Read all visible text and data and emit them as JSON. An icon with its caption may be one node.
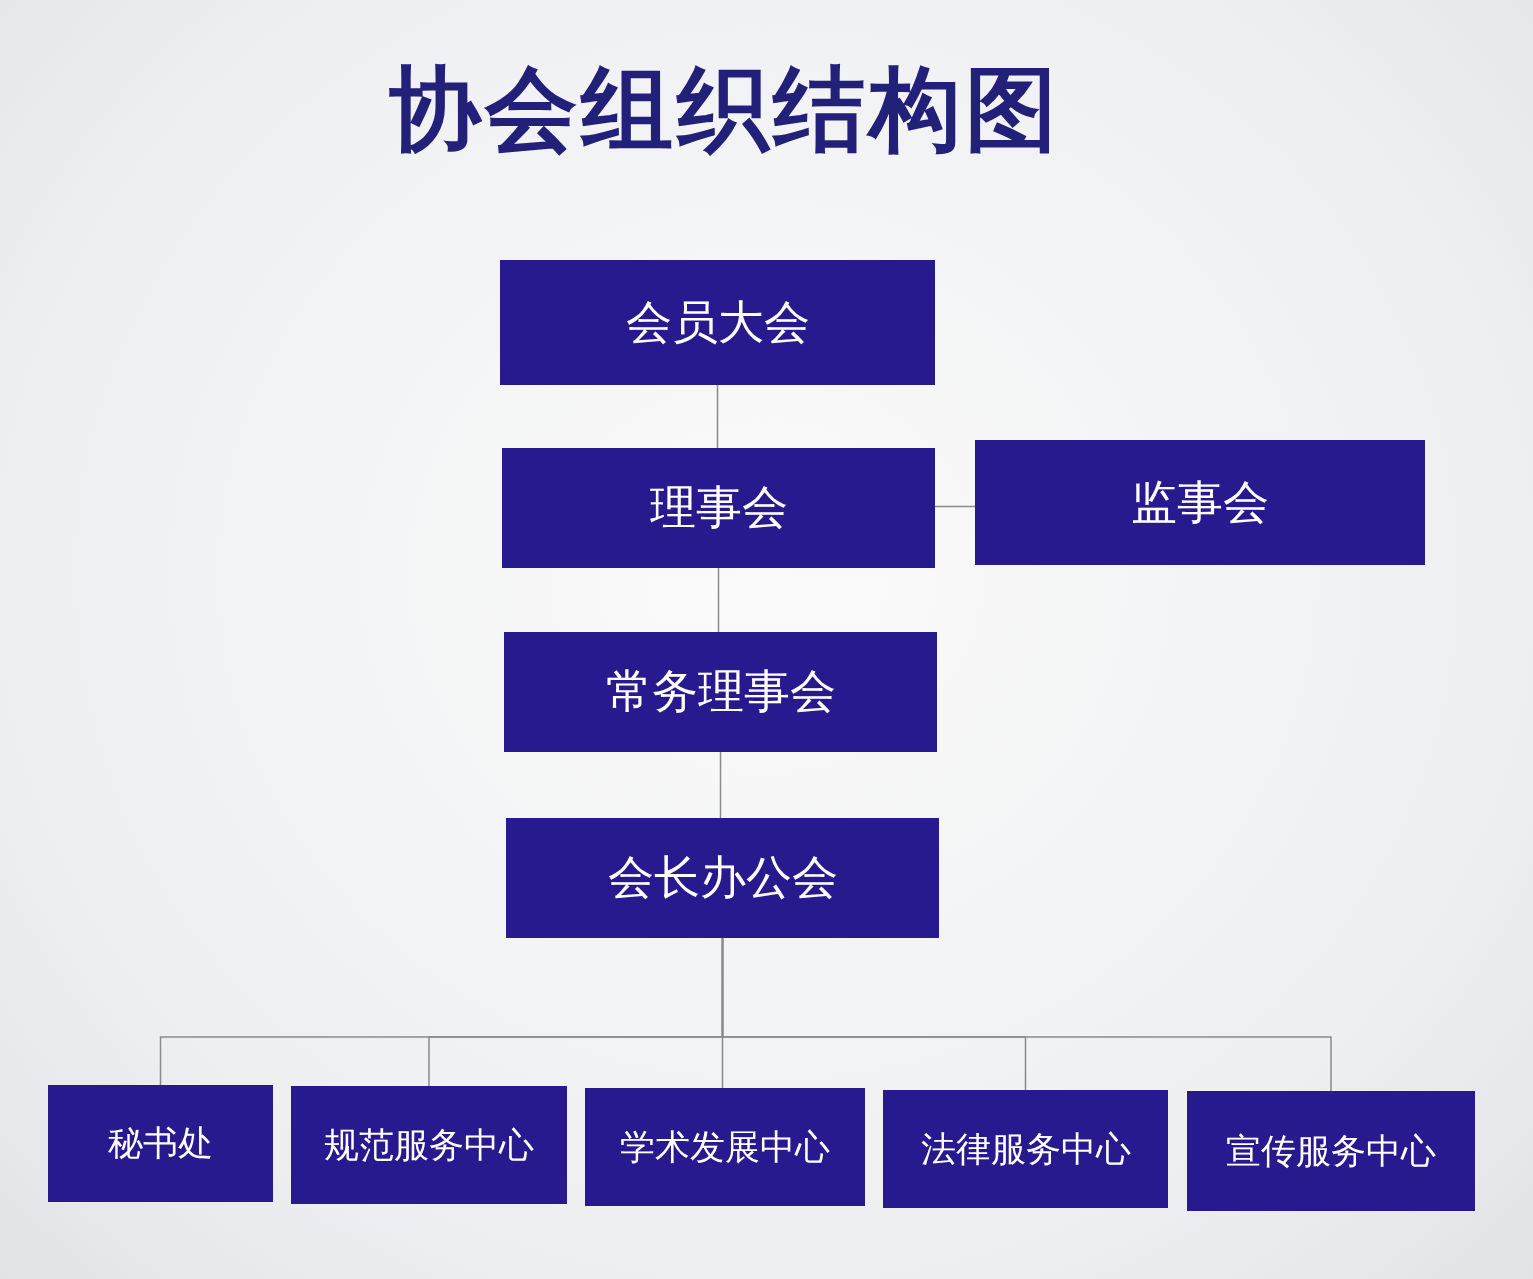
{
  "diagram": {
    "title": "协会组织结构图",
    "nodes": [
      {
        "text": [
          "会员大会"
        ]
      },
      {
        "text": [
          "理事会"
        ]
      },
      {
        "text": [
          "监事会"
        ]
      },
      {
        "text": [
          "常务理事会"
        ]
      },
      {
        "text": [
          "会长办公会"
        ]
      },
      {
        "text": [
          "秘书处"
        ]
      },
      {
        "text": [
          "规范服务中心"
        ]
      },
      {
        "text": [
          "学术发展中心"
        ]
      },
      {
        "text": [
          "法律服务中心"
        ]
      },
      {
        "text": [
          "宣传服务中心"
        ]
      }
    ],
    "edges": [
      {
        "from": 0,
        "to": 1,
        "arrow": "none"
      },
      {
        "from": 1,
        "to": 2,
        "arrow": "none"
      },
      {
        "from": 1,
        "to": 3,
        "arrow": "none"
      },
      {
        "from": 3,
        "to": 4,
        "arrow": "none"
      },
      {
        "from": 4,
        "to": 5,
        "arrow": "none"
      },
      {
        "from": 4,
        "to": 6,
        "arrow": "none"
      },
      {
        "from": 4,
        "to": 7,
        "arrow": "none"
      },
      {
        "from": 4,
        "to": 8,
        "arrow": "none"
      },
      {
        "from": 4,
        "to": 9,
        "arrow": "none"
      }
    ]
  }
}
